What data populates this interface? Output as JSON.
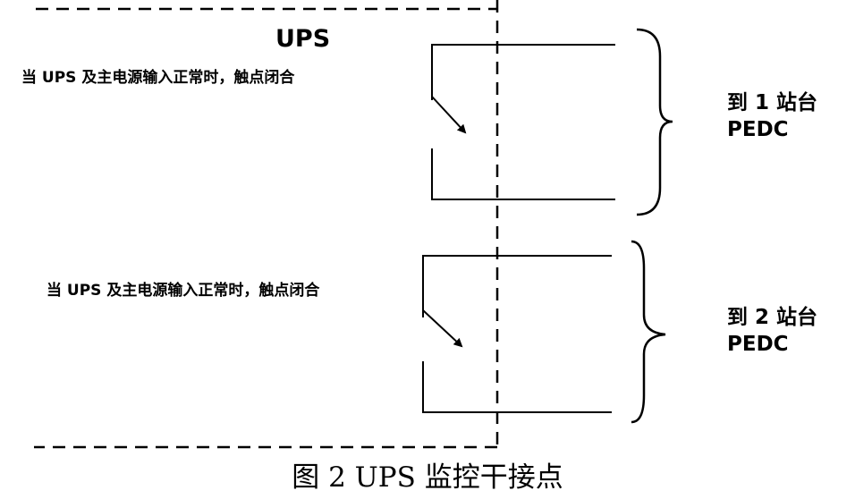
{
  "ups_label": "UPS",
  "contacts": [
    {
      "note": "当 UPS 及主电源输入正常时，触点闭合",
      "destination_line1": "到 1 站台",
      "destination_line2": "PEDC"
    },
    {
      "note": "当 UPS 及主电源输入正常时，触点闭合",
      "destination_line1": "到 2 站台",
      "destination_line2": "PEDC"
    }
  ],
  "caption": "图 2 UPS 监控干接点"
}
